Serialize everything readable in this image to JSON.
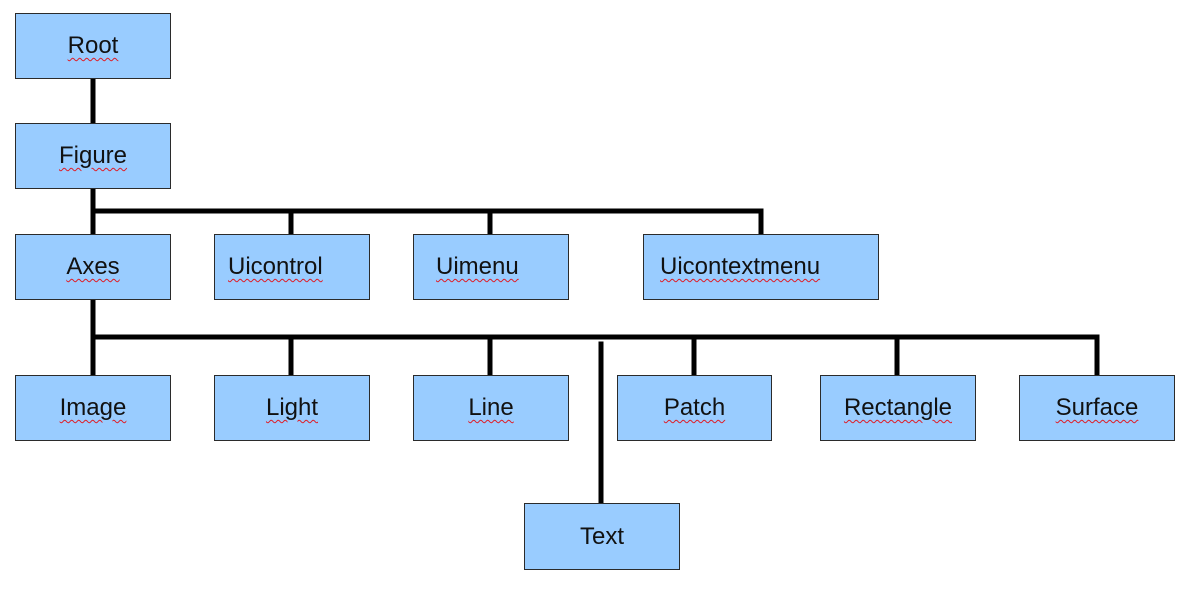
{
  "diagram": {
    "colors": {
      "node_fill": "#99ccff",
      "node_border": "#2b2b2b",
      "connector": "#000000",
      "spellcheck_underline": "#e01b24"
    },
    "nodes": {
      "root": {
        "label": "Root",
        "spellcheck": true
      },
      "figure": {
        "label": "Figure",
        "spellcheck": true
      },
      "axes": {
        "label": "Axes",
        "spellcheck": true
      },
      "uicontrol": {
        "label": "Uicontrol",
        "spellcheck": true
      },
      "uimenu": {
        "label": "Uimenu",
        "spellcheck": true
      },
      "uicontextmenu": {
        "label": "Uicontextmenu",
        "spellcheck": true
      },
      "image": {
        "label": "Image",
        "spellcheck": true
      },
      "light": {
        "label": "Light",
        "spellcheck": true
      },
      "line": {
        "label": "Line",
        "spellcheck": true
      },
      "patch": {
        "label": "Patch",
        "spellcheck": true
      },
      "rectangle": {
        "label": "Rectangle",
        "spellcheck": true
      },
      "surface": {
        "label": "Surface",
        "spellcheck": true
      },
      "text": {
        "label": "Text",
        "spellcheck": false
      }
    },
    "edges": [
      {
        "from": "root",
        "to": "figure"
      },
      {
        "from": "figure",
        "to": "axes"
      },
      {
        "from": "figure",
        "to": "uicontrol"
      },
      {
        "from": "figure",
        "to": "uimenu"
      },
      {
        "from": "figure",
        "to": "uicontextmenu"
      },
      {
        "from": "axes",
        "to": "image"
      },
      {
        "from": "axes",
        "to": "light"
      },
      {
        "from": "axes",
        "to": "line"
      },
      {
        "from": "axes",
        "to": "patch"
      },
      {
        "from": "axes",
        "to": "rectangle"
      },
      {
        "from": "axes",
        "to": "surface"
      },
      {
        "from": "axes",
        "to": "text"
      }
    ]
  }
}
